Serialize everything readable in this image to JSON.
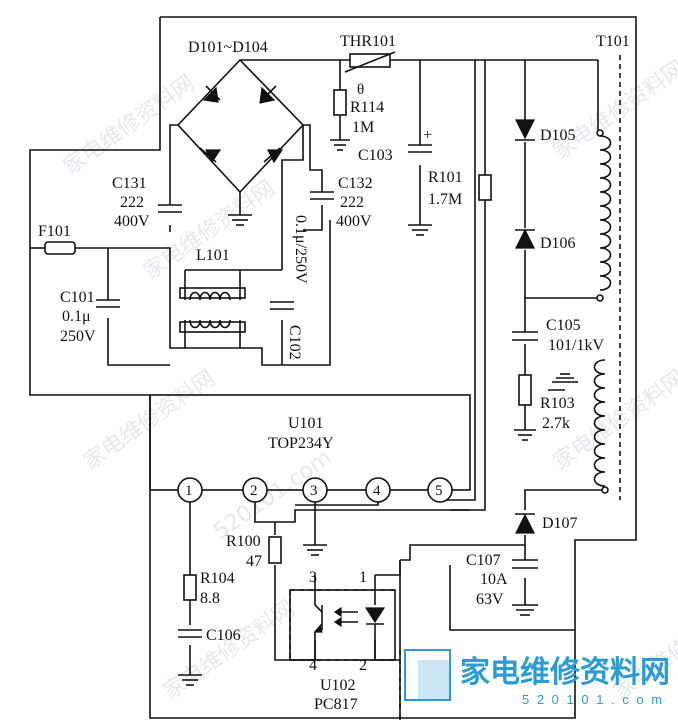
{
  "labels": {
    "thr101": "THR101",
    "theta": "θ",
    "t101": "T101",
    "d101_104": "D101~D104",
    "r114": "R114",
    "r114_val": "1M",
    "c103": "C103",
    "c103_plus": "+",
    "r101": "R101",
    "r101_val": "1.7M",
    "d105": "D105",
    "d106": "D106",
    "c131": "C131",
    "c131_val1": "222",
    "c131_val2": "400V",
    "c132": "C132",
    "c132_val1": "222",
    "c132_val2": "400V",
    "c102_val": "0.1μ/250V",
    "f101": "F101",
    "l101": "L101",
    "c101": "C101",
    "c101_val1": "0.1μ",
    "c101_val2": "250V",
    "c102": "C102",
    "c105": "C105",
    "c105_val": "101/1kV",
    "r103": "R103",
    "r103_val": "2.7k",
    "u101": "U101",
    "u101_part": "TOP234Y",
    "pin1": "1",
    "pin2": "2",
    "pin3": "3",
    "pin4": "4",
    "pin5": "5",
    "d107": "D107",
    "r100": "R100",
    "r100_val": "47",
    "c107": "C107",
    "c107_val1": "10A",
    "c107_val2": "63V",
    "r104": "R104",
    "r104_val": "8.8",
    "c106": "C106",
    "opto_pin3": "3",
    "opto_pin1": "1",
    "opto_pin4": "4",
    "opto_pin2": "2",
    "u102": "U102",
    "u102_part": "PC817"
  },
  "watermark": {
    "text": "家电维修资料网",
    "url": "520101.com",
    "brand": "家电维修资料网",
    "brand_url": "5 2 0 1 0 1 . c o m"
  }
}
